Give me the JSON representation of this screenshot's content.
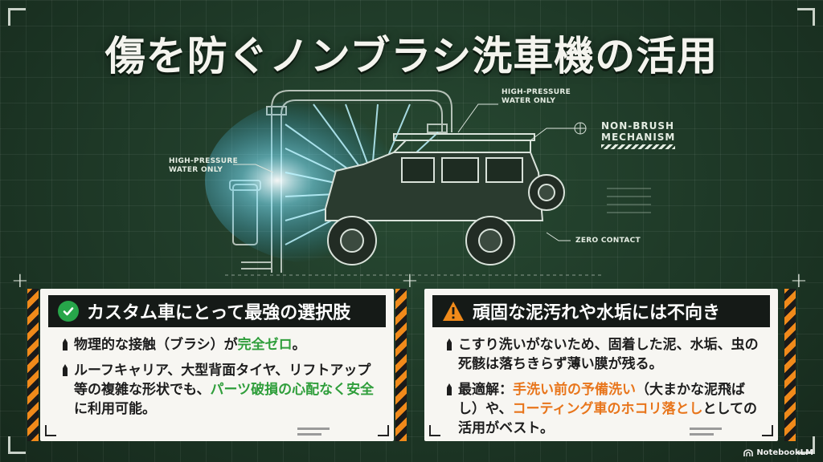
{
  "title": "傷を防ぐノンブラシ洗車機の活用",
  "illustration": {
    "callout_left": [
      "HIGH-PRESSURE",
      "WATER ONLY"
    ],
    "callout_top": [
      "HIGH-PRESSURE",
      "WATER ONLY"
    ],
    "callout_right": [
      "NON-BRUSH",
      "MECHANISM"
    ],
    "callout_bottom": "ZERO CONTACT"
  },
  "left_panel": {
    "heading": "カスタム車にとって最強の選択肢",
    "icon": "check-circle-icon",
    "bullets": [
      {
        "pre": "物理的な接触（ブラシ）が",
        "hl": "完全ゼロ",
        "post": "。"
      },
      {
        "pre": "ルーフキャリア、大型背面タイヤ、リフトアップ等の複雑な形状でも、",
        "hl": "パーツ破損の心配なく安全",
        "post": "に利用可能。"
      }
    ]
  },
  "right_panel": {
    "heading": "頑固な泥汚れや水垢には不向き",
    "icon": "warning-icon",
    "bullets": [
      {
        "text": "こすり洗いがないため、固着した泥、水垢、虫の死骸は落ちきらず薄い膜が残る。"
      },
      {
        "pre": "最適解：",
        "hl1": "手洗い前の予備洗い",
        "mid": "（大まかな泥飛ばし）や、",
        "hl2": "コーティング車のホコリ落とし",
        "post": "としての活用がベスト。"
      }
    ]
  },
  "logo": "NotebookLM",
  "colors": {
    "accent_green": "#2f9e3b",
    "accent_orange": "#e8751b",
    "background": "#1f3a27"
  }
}
